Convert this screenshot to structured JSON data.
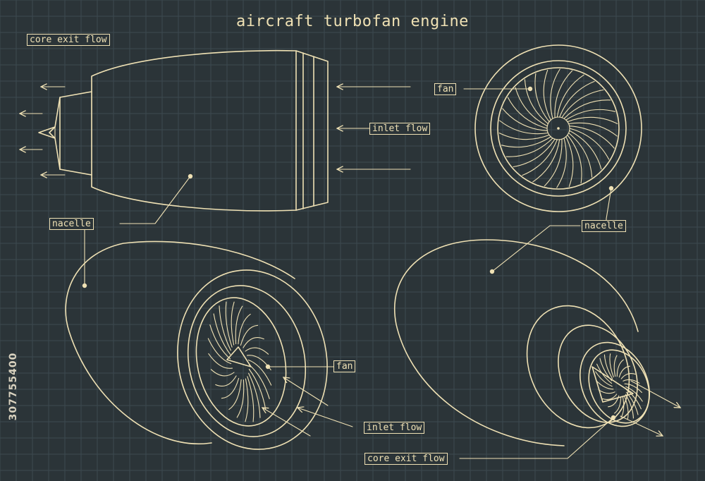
{
  "title": "aircraft turbofan engine",
  "labels": {
    "side_core_exit": "core exit flow",
    "side_inlet": "inlet flow",
    "front_fan": "fan",
    "side_nacelle": "nacelle",
    "front_nacelle": "nacelle",
    "iso_front_fan": "fan",
    "iso_front_inlet": "inlet flow",
    "iso_rear_core_exit": "core exit flow"
  },
  "stock_id": "307755400",
  "colors": {
    "background": "#2b3438",
    "line": "#efe1b4",
    "grid": "#3d4a50"
  }
}
